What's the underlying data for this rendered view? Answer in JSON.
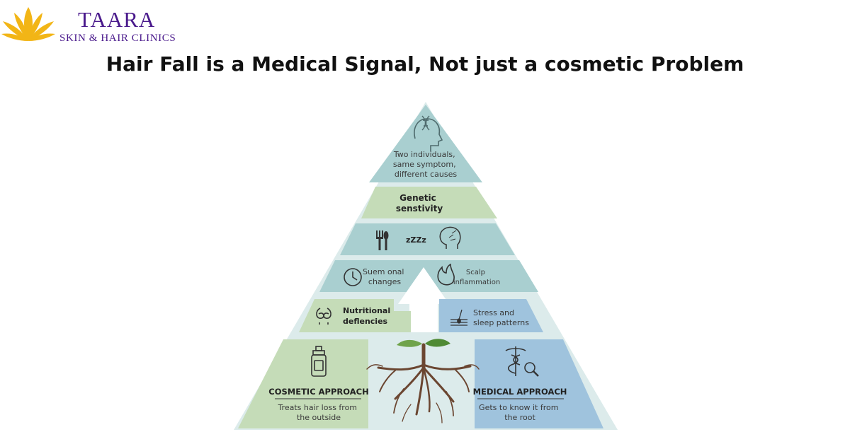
{
  "brand": {
    "name": "TAARA",
    "tagline": "SKIN & HAIR CLINICS",
    "colors": {
      "logo_petal": "#f2b516",
      "text": "#4a1a8c"
    }
  },
  "title": "Hair Fall is a Medical Signal, Not just a cosmetic Problem",
  "pyramid": {
    "top": {
      "lines": [
        "Two individuals,",
        "same symptom,",
        "different causes"
      ],
      "icon": "head-dna-icon"
    },
    "tier2": {
      "lines": [
        "Genetic",
        "senstivity"
      ]
    },
    "tier3": {
      "icons": [
        "fork-spoon-icon",
        "sleep-zzz-icon",
        "head-nerves-icon"
      ],
      "zzz": "zZZz"
    },
    "tier4": {
      "left": {
        "lines": [
          "Suem onal",
          "changes"
        ],
        "icon": "clock-icon"
      },
      "right": {
        "lines": [
          "Scalp",
          "inflammation"
        ],
        "icon": "flame-icon"
      }
    },
    "tier5": {
      "left": {
        "lines": [
          "Nutritional",
          "deflencies"
        ],
        "icon": "intestine-icon"
      },
      "right": {
        "lines": [
          "Stress and",
          "sleep patterns"
        ],
        "icon": "hair-follicle-icon"
      }
    },
    "base": {
      "left": {
        "heading": "COSMETIC APPROACH",
        "lines": [
          "Treats hair loss from",
          "the outside"
        ],
        "icon": "bottle-icon"
      },
      "center": {
        "icon": "roots-sprout-icon"
      },
      "right": {
        "heading": "MEDICAL APPROACH",
        "lines": [
          "Gets to know it from",
          "the root"
        ],
        "icon": "caduceus-magnifier-icon"
      }
    },
    "colors": {
      "teal": "#a9cfd0",
      "green": "#c5dcb8",
      "blue": "#9fc3dd",
      "outer": "#dcebeb"
    }
  }
}
